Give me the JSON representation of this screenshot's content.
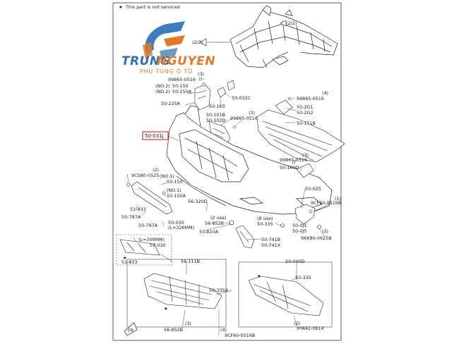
{
  "notice": "This part is not serviced",
  "logo": {
    "brand_a": "TRUNG",
    "brand_b": "NGUYEN",
    "tagline": "PHỤ TÙNG Ô TÔ",
    "colors": {
      "blue": "#2c6fb3",
      "orange": "#e07a2a"
    }
  },
  "highlight_color": "#d6231f",
  "labels": {
    "ref_22_a": "(2/2)",
    "ref_22_b": "(2/2)",
    "n3a": "(3)",
    "p99865_0516_a": "99865-0516",
    "no2a": "(NO.2)",
    "no2b": "(NO.2)",
    "p50_150_top": "50-150",
    "p50_150a_top": "50-150A",
    "p50_225a": "50-225A",
    "p50_032c": "50-032C",
    "p50_1k5": "50-1K5",
    "n4a": "(4)",
    "p99865_0516_b": "99865-0516",
    "p50_2g1": "50-2G1",
    "p50_2g2": "50-2G2",
    "p50_101b": "50-101B",
    "p50_102d": "50-102D",
    "n3b": "(3)",
    "p99865_0516_c": "99865-0516",
    "p50_1t1b": "50-1T1B",
    "p50_031j": "50-031J",
    "n3c": "(3)",
    "p99865_0516_d": "99865-0516",
    "p50_160d": "50-160D",
    "n2a": "(2)",
    "p9cs80_0525": "9CS80-0525",
    "no1a": "(NO.1)",
    "p50_150_mid": "50-150",
    "no1b": "(NO.1)",
    "p50_150a_mid": "50-150A",
    "p56_320d": "56-320D",
    "p51_833_a": "51-833",
    "p50_797a_a": "50-797A",
    "p50_797a_b": "50-797A",
    "p50_030_a": "50-030",
    "l326": "(L=326MM)",
    "n2b": "(2 use)",
    "p56_852b_a": "56-852B",
    "n8": "(8 use)",
    "p50_335_a": "50-335",
    "p50_a10a": "50-A10A",
    "p50_0z5": "50-0Z5",
    "n1a": "(1)",
    "p9cf60_0516b_a": "9CF60-0516B",
    "p50_0j1": "50-0J1",
    "p50_0j5": "50-0J5",
    "n2c": "(2)",
    "p9kk80_0625b": "9KK80-0625B",
    "l309": "(L=309MM)",
    "p50_030_b": "50-030",
    "p51_833_b": "51-833",
    "p50_741b": "50-741B",
    "p50_741x": "50-741X",
    "p56_111b": "56-111B",
    "p50_040d": "50-040D",
    "p50_335a": "50-335A",
    "p50_335_b": "50-335",
    "n3d": "(3)",
    "p56_852b_b": "56-852B",
    "n4b": "(4)",
    "p9cf60_0516b_b": "9CF60-0516B",
    "n2d": "(2)",
    "p9ya42_0614": "9YA42-0614"
  }
}
